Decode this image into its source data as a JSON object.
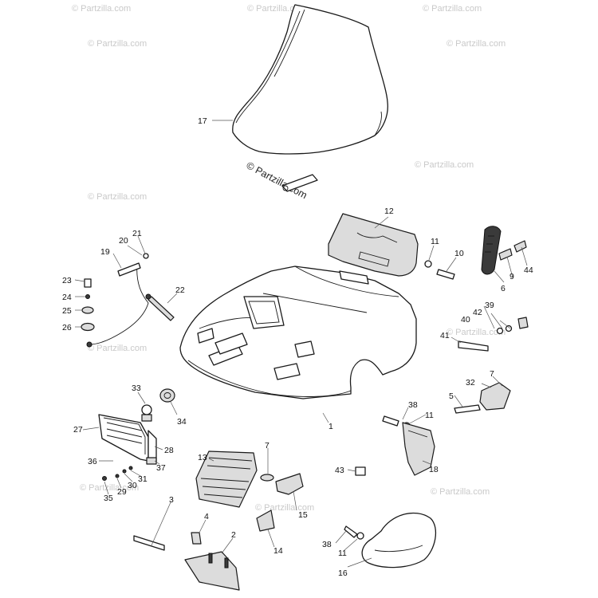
{
  "watermark": {
    "main": "© Partzilla.com",
    "faint": "© Partzilla.com"
  },
  "callouts": {
    "c1": "1",
    "c2": "2",
    "c3": "3",
    "c4": "4",
    "c5": "5",
    "c6": "6",
    "c7a": "7",
    "c7b": "7",
    "c9": "9",
    "c10": "10",
    "c11a": "11",
    "c11b": "11",
    "c11c": "11",
    "c12": "12",
    "c13": "13",
    "c14": "14",
    "c15": "15",
    "c16": "16",
    "c17": "17",
    "c18": "18",
    "c19": "19",
    "c20": "20",
    "c21": "21",
    "c22": "22",
    "c23": "23",
    "c24": "24",
    "c25": "25",
    "c26": "26",
    "c27": "27",
    "c28": "28",
    "c29": "29",
    "c30": "30",
    "c31": "31",
    "c32": "32",
    "c33": "33",
    "c34": "34",
    "c35": "35",
    "c36": "36",
    "c37": "37",
    "c38a": "38",
    "c38b": "38",
    "c39": "39",
    "c40": "40",
    "c41": "41",
    "c42": "42",
    "c43": "43",
    "c44": "44"
  }
}
